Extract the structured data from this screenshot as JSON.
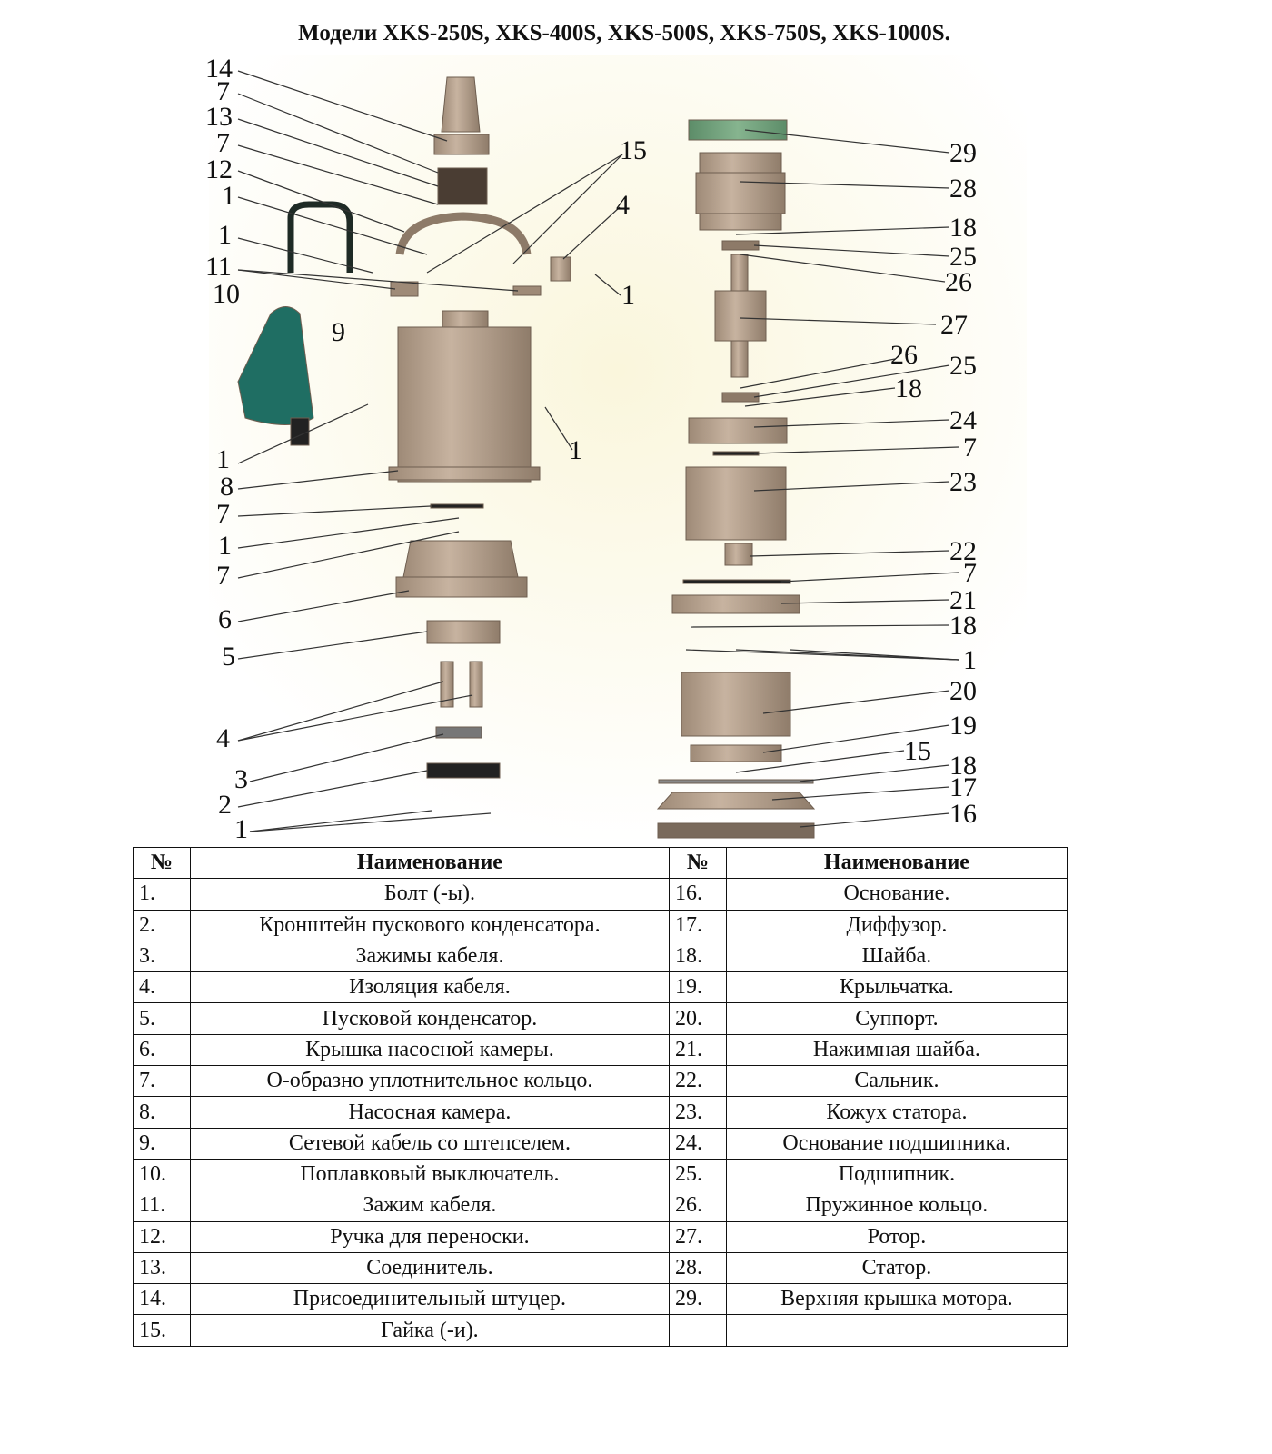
{
  "title": "Модели XKS-250S, XKS-400S, XKS-500S, XKS-750S, XKS-1000S.",
  "callouts_left": [
    "14",
    "7",
    "13",
    "7",
    "12",
    "1",
    "1",
    "11",
    "10",
    "9",
    "1",
    "8",
    "7",
    "1",
    "7",
    "6",
    "5",
    "4",
    "3",
    "2",
    "1",
    "15",
    "4",
    "1",
    "1"
  ],
  "callouts_right": [
    "29",
    "28",
    "18",
    "25",
    "26",
    "27",
    "26",
    "25",
    "18",
    "24",
    "7",
    "23",
    "22",
    "7",
    "21",
    "18",
    "1",
    "20",
    "19",
    "15",
    "18",
    "17",
    "16"
  ],
  "table": {
    "headers": [
      "№",
      "Наименование",
      "№",
      "Наименование"
    ],
    "rows": [
      [
        "1.",
        "Болт  (-ы).",
        "16.",
        "Основание."
      ],
      [
        "2.",
        "Кронштейн пускового конденсатора.",
        "17.",
        "Диффузор."
      ],
      [
        "3.",
        "Зажимы кабеля.",
        "18.",
        "Шайба."
      ],
      [
        "4.",
        "Изоляция кабеля.",
        "19.",
        "Крыльчатка."
      ],
      [
        "5.",
        "Пусковой конденсатор.",
        "20.",
        "Суппорт."
      ],
      [
        "6.",
        "Крышка насосной камеры.",
        "21.",
        "Нажимная шайба."
      ],
      [
        "7.",
        "О-образно уплотнительное кольцо.",
        "22.",
        "Сальник."
      ],
      [
        "8.",
        "Насосная камера.",
        "23.",
        "Кожух статора."
      ],
      [
        "9.",
        "Сетевой кабель со штепселем.",
        "24.",
        "Основание подшипника."
      ],
      [
        "10.",
        "Поплавковый выключатель.",
        "25.",
        "Подшипник."
      ],
      [
        "11.",
        "Зажим кабеля.",
        "26.",
        "Пружинное кольцо."
      ],
      [
        "12.",
        "Ручка для переноски.",
        "27.",
        "Ротор."
      ],
      [
        "13.",
        "Соединитель.",
        "28.",
        "Статор."
      ],
      [
        "14.",
        "Присоединительный штуцер.",
        "29.",
        "Верхняя крышка мотора."
      ],
      [
        "15.",
        "Гайка (-и).",
        "",
        ""
      ]
    ]
  },
  "colors": {
    "part": "#b5a08c",
    "part_dark": "#8d7a68",
    "green": "#6fa07a",
    "float": "#1f6e63",
    "bg": "#f8f4e6"
  }
}
